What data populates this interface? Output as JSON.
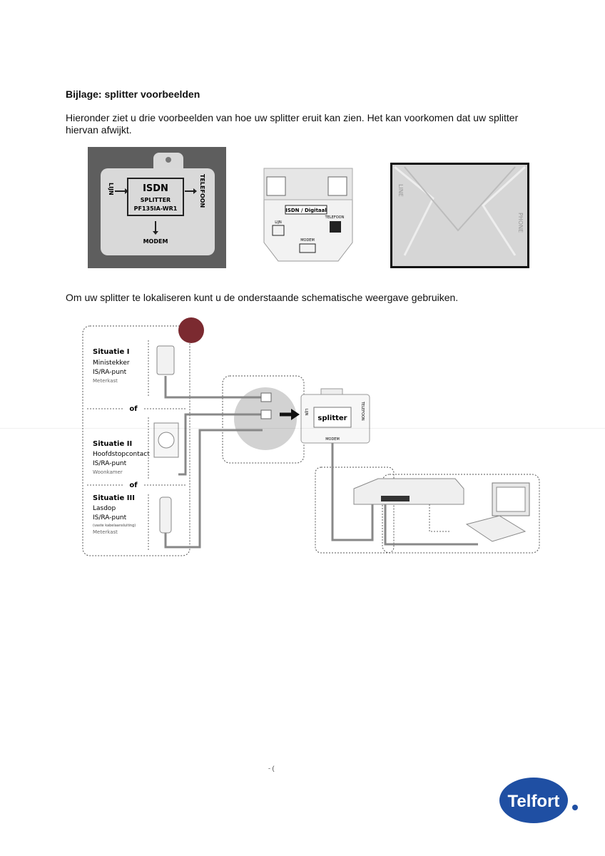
{
  "heading": "Bijlage: splitter voorbeelden",
  "intro": "Hieronder ziet u drie voorbeelden van hoe uw splitter eruit kan zien. Het kan voorkomen dat uw splitter hiervan afwijkt.",
  "photo1": {
    "title": "ISDN",
    "sub1": "SPLITTER",
    "sub2": "PF135IA-WR1",
    "lijn": "LIJN",
    "telefoon": "TELEFOON",
    "modem": "MODEM"
  },
  "photo2": {
    "label": "ISDN / Digitaal",
    "lijn": "LIJN",
    "telefoon": "TELEFOON",
    "modem": "MODEM"
  },
  "photo3": {
    "line": "LINE",
    "phone": "PHONE"
  },
  "schematic_intro": "Om uw splitter te lokaliseren kunt u de onderstaande schematische weergave gebruiken.",
  "diagram": {
    "sit1": {
      "title": "Situatie I",
      "l1": "Ministekker",
      "l2": "IS/RA-punt",
      "l3": "Meterkast"
    },
    "sit2": {
      "title": "Situatie II",
      "l1": "Hoofdstopcontact",
      "l2": "IS/RA-punt",
      "l3": "Woonkamer"
    },
    "sit3": {
      "title": "Situatie III",
      "l1": "Lasdop",
      "l2": "IS/RA-punt",
      "l3": "(vaste kabelaansluiting)",
      "l4": "Meterkast"
    },
    "of": "of",
    "splitter": "splitter",
    "lijn": "LIJN",
    "telefoon": "TELEFOON",
    "modem": "MODEM"
  },
  "footer_mark": "- (",
  "logo": "Telfort",
  "colors": {
    "logo_blue": "#1f4fa3",
    "accent_red": "#7b2a30"
  }
}
